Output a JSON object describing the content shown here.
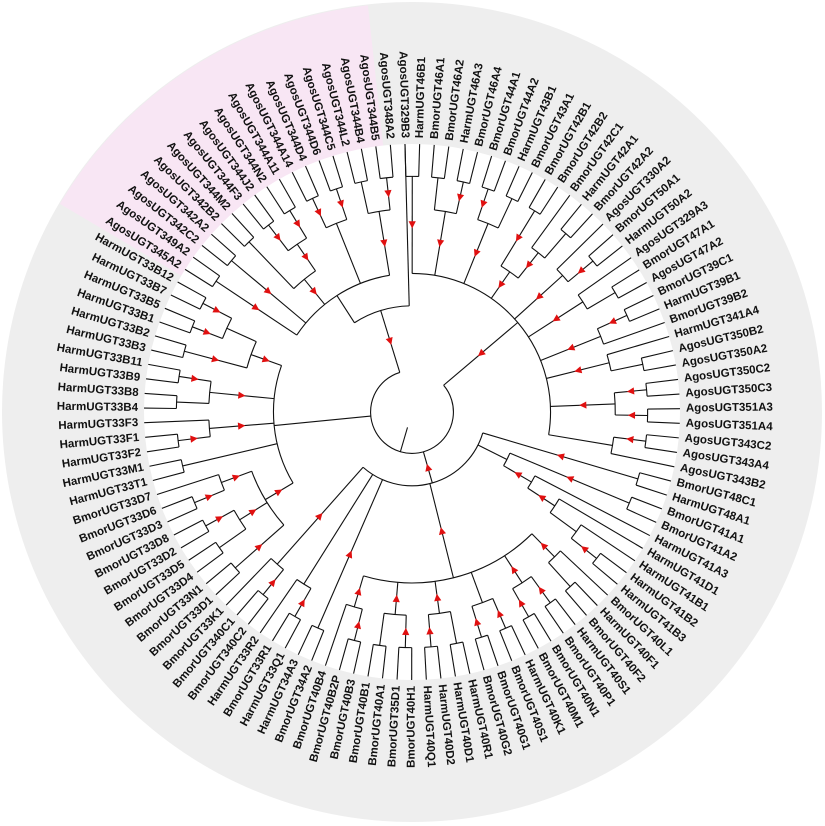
{
  "figure": {
    "marker_color": "#e01010",
    "ring_color": "#eeeeee",
    "highlight_color": "#f8e6f4",
    "highlighted_clade": "AgosUGT344"
  },
  "tips": [
    "AgosUGT329B3",
    "HarmUGT46B1",
    "BmorUGT46A1",
    "BmorUGT46A2",
    "HarmUGT46A3",
    "BmorUGT46A4",
    "BmorUGT44A1",
    "BmorUGT44A2",
    "HarmUGT43B1",
    "BmorUGT43A1",
    "BmorUGT42B1",
    "BmorUGT42B2",
    "BmorUGT42C1",
    "HarmUGT42A1",
    "BmorUGT42A2",
    "AgosUGT330A2",
    "BmorUGT50A1",
    "HarmUGT50A2",
    "AgosUGT329A3",
    "BmorUGT47A1",
    "AgosUGT47A2",
    "BmorUGT39C1",
    "HarmUGT39B1",
    "BmorUGT39B2",
    "HarmUGT341A4",
    "AgosUGT350B2",
    "AgosUGT350A2",
    "AgosUGT350C2",
    "AgosUGT350C3",
    "AgosUGT351A3",
    "AgosUGT351A4",
    "AgosUGT343C2",
    "AgosUGT343A4",
    "AgosUGT343B2",
    "BmorUGT48C1",
    "HarmUGT48A1",
    "BmorUGT41A1",
    "BmorUGT41A2",
    "HarmUGT41A3",
    "HarmUGT41D1",
    "HarmUGT41B1",
    "HarmUGT41B2",
    "HarmUGT41B3",
    "BmorUGT40L1",
    "HarmUGT40F1",
    "BmorUGT40F2",
    "HarmUGT40S1",
    "BmorUGT40P1",
    "BmorUGT40N1",
    "BmorUGT40M1",
    "HarmUGT40K1",
    "BmorUGT40S1",
    "BmorUGT40G1",
    "BmorUGT40G2",
    "HarmUGT40R1",
    "HarmUGT40D1",
    "HarmUGT40D2",
    "HarmUGT40Q1",
    "BmorUGT40H1",
    "BmorUGT35D1",
    "BmorUGT40A1",
    "BmorUGT40B1",
    "BmorUGT40B3",
    "BmorUGT40B2P",
    "BmorUGT40B4",
    "BmorUGT34A2",
    "HarmUGT34A3",
    "HarmUGT33Q1",
    "BmorUGT33R1",
    "HarmUGT33R2",
    "BmorUGT340C2",
    "BmorUGT340C1",
    "BmorUGT33K1",
    "BmorUGT33D1",
    "BmorUGT33N1",
    "BmorUGT33D4",
    "BmorUGT33D5",
    "BmorUGT33D2",
    "BmorUGT33D8",
    "BmorUGT33D3",
    "BmorUGT33D6",
    "BmorUGT33D7",
    "HarmUGT33T1",
    "HarmUGT33M1",
    "HarmUGT33F2",
    "HarmUGT33F1",
    "HarmUGT33F3",
    "HarmUGT33B4",
    "HarmUGT33B8",
    "HarmUGT33B9",
    "HarmUGT33B11",
    "HarmUGT33B3",
    "HarmUGT33B2",
    "HarmUGT33B1",
    "HarmUGT33B5",
    "HarmUGT33B7",
    "HarmUGT33B12",
    "AgosUGT345A2",
    "AgosUGT349A2",
    "AgosUGT342C2",
    "AgosUGT342A2",
    "AgosUGT342B2",
    "AgosUGT344M2",
    "AgosUGT344F3",
    "AgosUGT344J2",
    "AgosUGT344N2",
    "AgosUGT344A11",
    "AgosUGT344A14",
    "AgosUGT344D4",
    "AgosUGT344D6",
    "AgosUGT344C5",
    "AgosUGT344L2",
    "AgosUGT344B4",
    "AgosUGT344B5",
    "AgosUGT348A2"
  ]
}
